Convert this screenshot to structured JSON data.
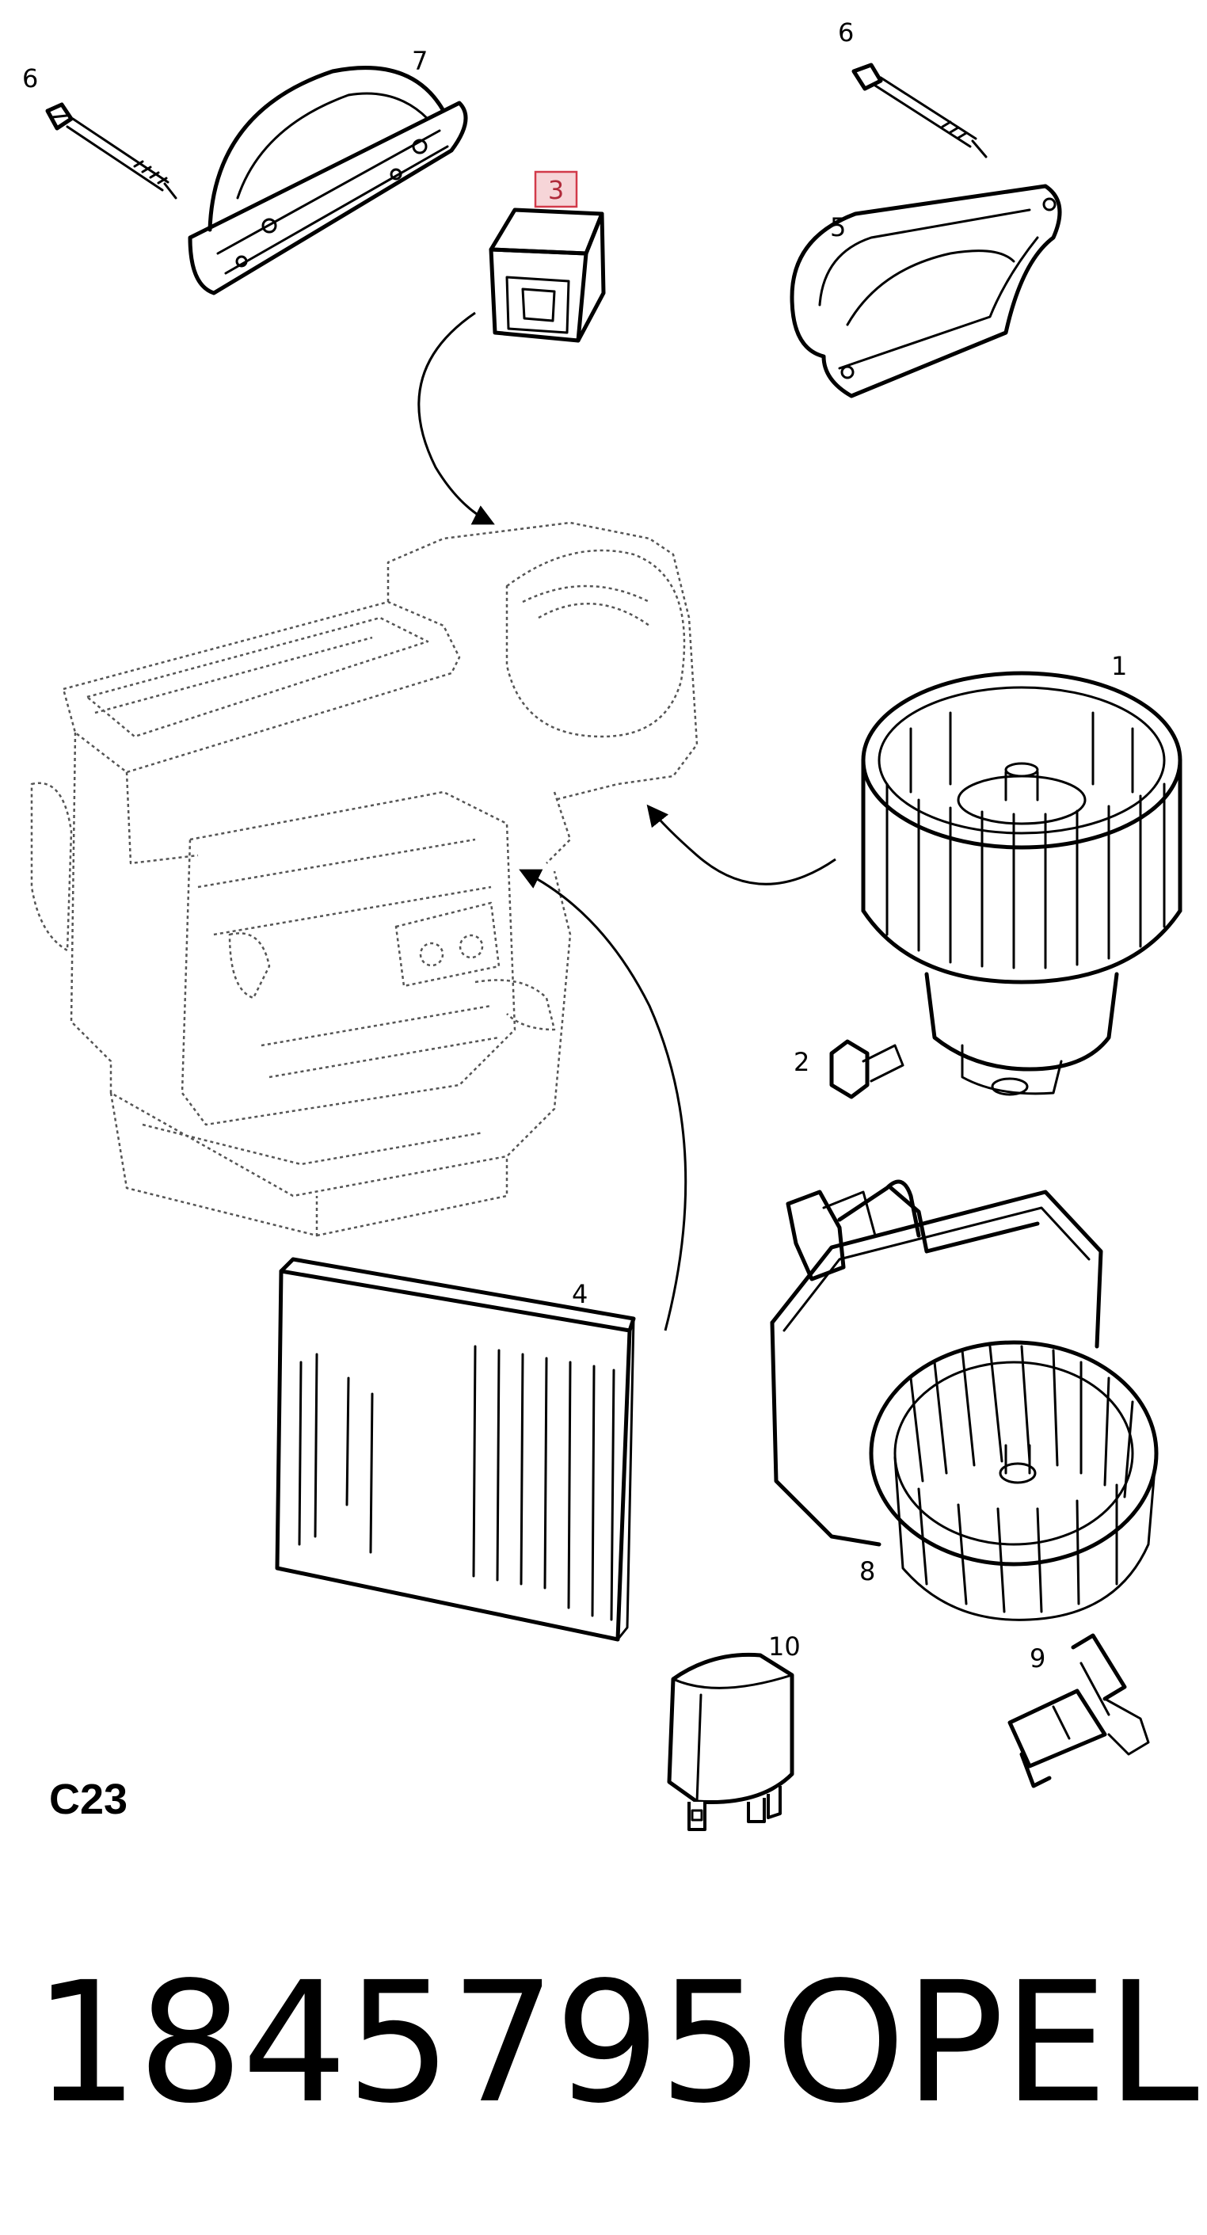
{
  "callouts": {
    "c1": "1",
    "c2": "2",
    "c3": "3",
    "c4": "4",
    "c5": "5",
    "c6a": "6",
    "c6b": "6",
    "c7": "7",
    "c8": "8",
    "c9": "9",
    "c10": "10"
  },
  "diagram_code": "C23",
  "part_number": "1845795",
  "brand": "OPEL",
  "highlight_color": "#d23a4a"
}
